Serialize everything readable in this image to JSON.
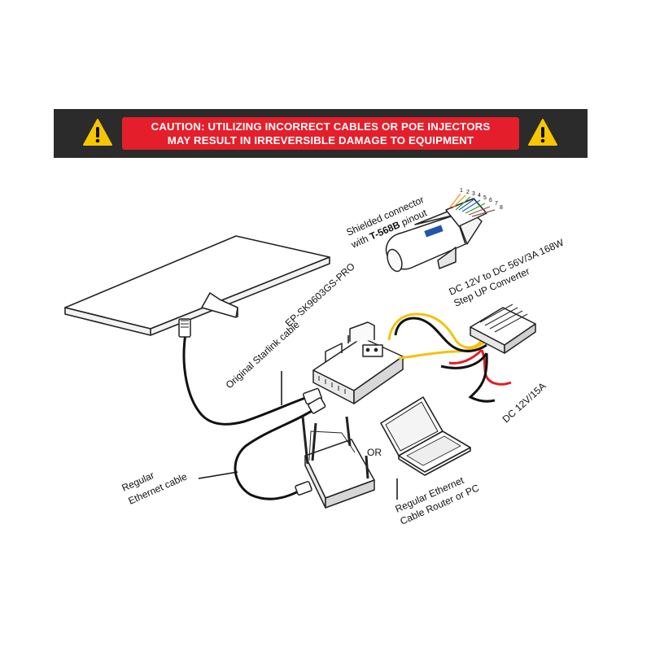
{
  "banner": {
    "line1": "CAUTION: UTILIZING INCORRECT CABLES OR POE INJECTORS",
    "line2": "MAY RESULT IN IRREVERSIBLE DAMAGE TO EQUIPMENT",
    "bg_color": "#2b2b2b",
    "box_color": "#e41f2b",
    "icon": "warning-triangle-icon"
  },
  "labels": {
    "connector_line1": "Shielded connector",
    "connector_line2_prefix": "with ",
    "connector_line2_bold": "T-568B",
    "connector_line2_suffix": " pinout",
    "converter_line1": "DC 12V to DC 56V/3A 168W",
    "converter_line2": "Step UP Converter",
    "injector": "EP-SK9603GS-PRO",
    "starlink_cable": "Original Starlink cable",
    "dc_input": "DC 12V/15A",
    "ethernet_line1": "Regular",
    "ethernet_line2": "Ethernet cable",
    "or": "OR",
    "router_line1": "Regular Ethernet",
    "router_line2": "Cable Router or PC"
  },
  "pin_numbers": [
    "1",
    "2",
    "3",
    "4",
    "5",
    "6",
    "7",
    "8"
  ],
  "wire_colors": {
    "yellow": "#f4c20d",
    "red": "#e31b23",
    "black": "#111111"
  }
}
